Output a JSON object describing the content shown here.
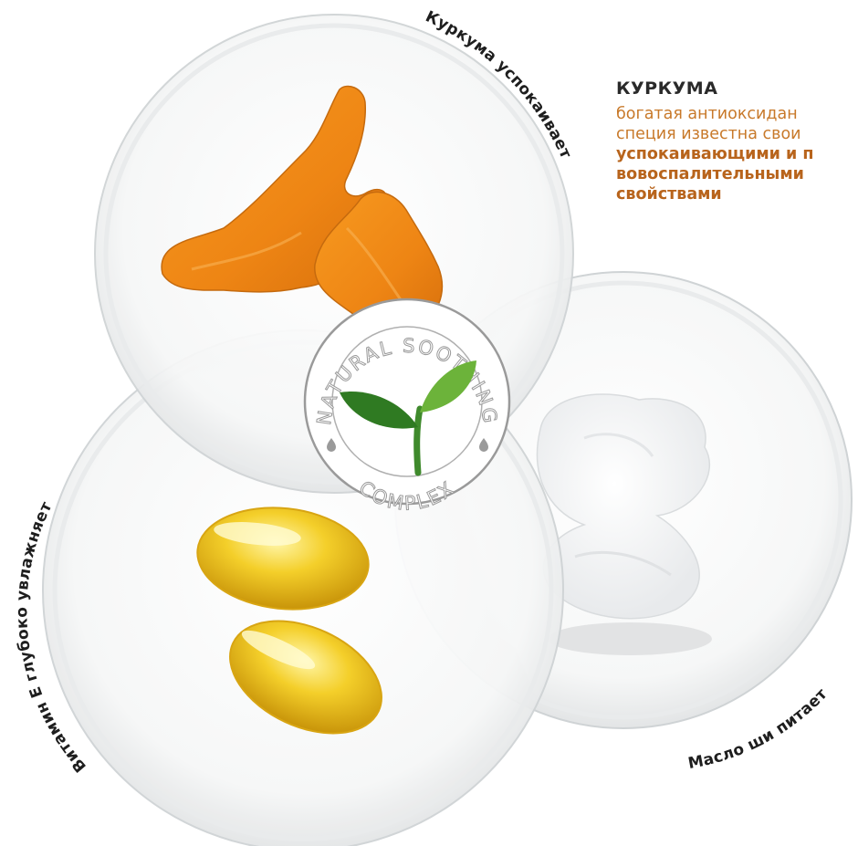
{
  "ingredients": {
    "turmeric": {
      "label": "Куркума успокаивает"
    },
    "shea": {
      "label": "Масло ши питает"
    },
    "vitamin_e": {
      "label": "Витамин Е глубоко увлажняет"
    }
  },
  "info": {
    "heading": "КУРКУМА",
    "lines": [
      "богатая антиоксидан",
      "специя известна свои",
      "успокаивающими и п",
      "вовоспалительными",
      "свойствами"
    ]
  },
  "seal": {
    "top_text": "NATURAL SOOTHING",
    "bottom_text": "COMPLEX",
    "icon": "sprout-icon"
  },
  "colors": {
    "accent": "#c8792a",
    "turmeric": "#f08a1a",
    "leaf_dark": "#3f8a2c",
    "leaf_light": "#6cb33a",
    "capsule": "#e8b612"
  }
}
